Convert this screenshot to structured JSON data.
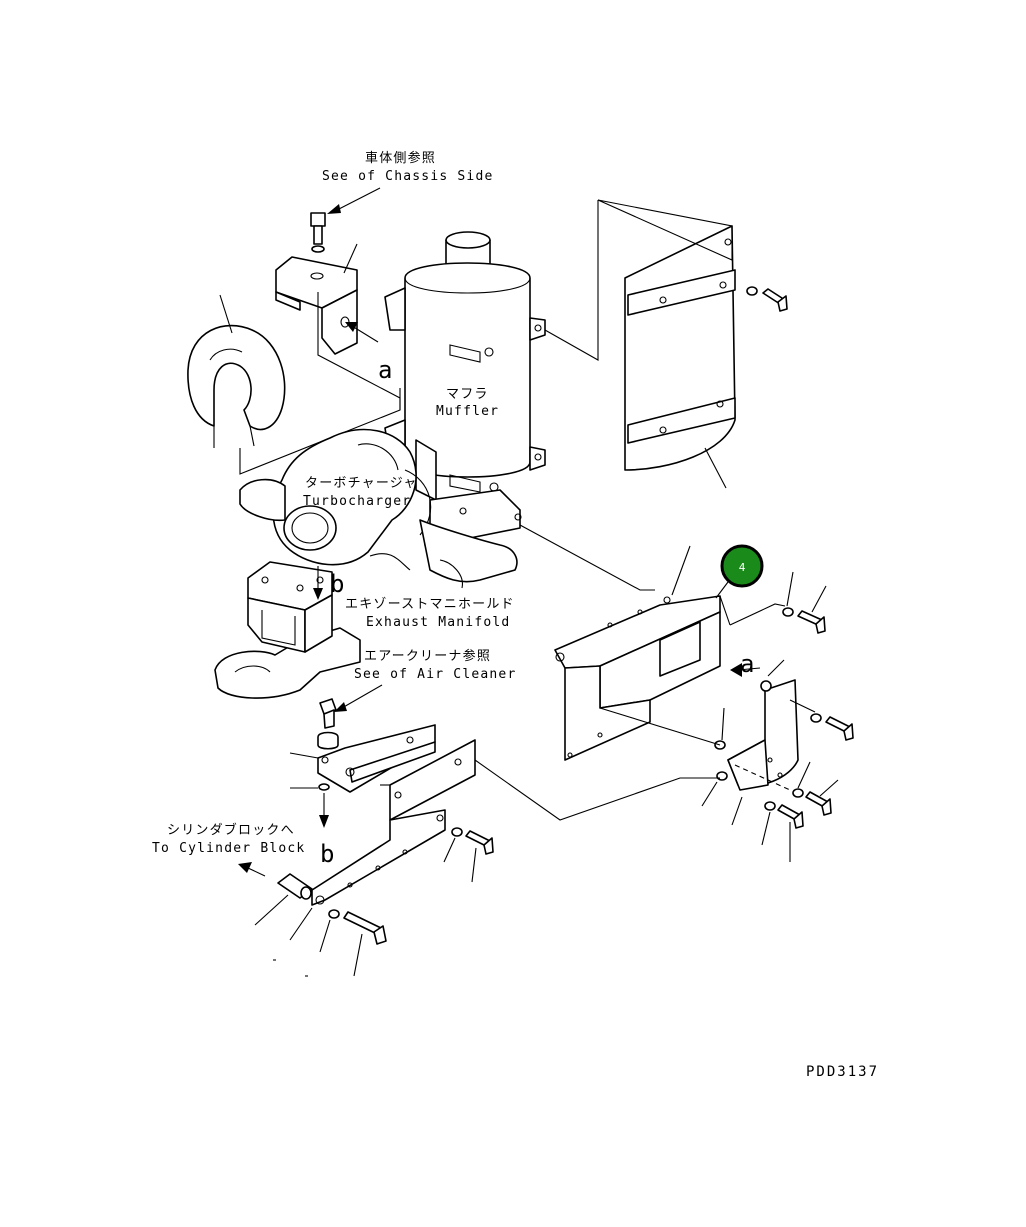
{
  "labels": {
    "chassis_jp": "車体側参照",
    "chassis_en": "See of Chassis Side",
    "muffler_jp": "マフラ",
    "muffler_en": "Muffler",
    "turbo_jp": "ターボチャージャ",
    "turbo_en": "Turbocharger",
    "exhaust_jp": "エキゾーストマニホールド",
    "exhaust_en": "Exhaust Manifold",
    "aircleaner_jp": "エアークリーナ参照",
    "aircleaner_en": "See of Air Cleaner",
    "cylinder_jp": "シリンダブロックへ",
    "cylinder_en": "To Cylinder Block",
    "ref_a_1": "a",
    "ref_a_2": "a",
    "ref_b_1": "b",
    "ref_b_2": "b",
    "drawing_code": "PDD3137"
  },
  "callout": {
    "number": "4",
    "color": "#1a8a1a"
  }
}
